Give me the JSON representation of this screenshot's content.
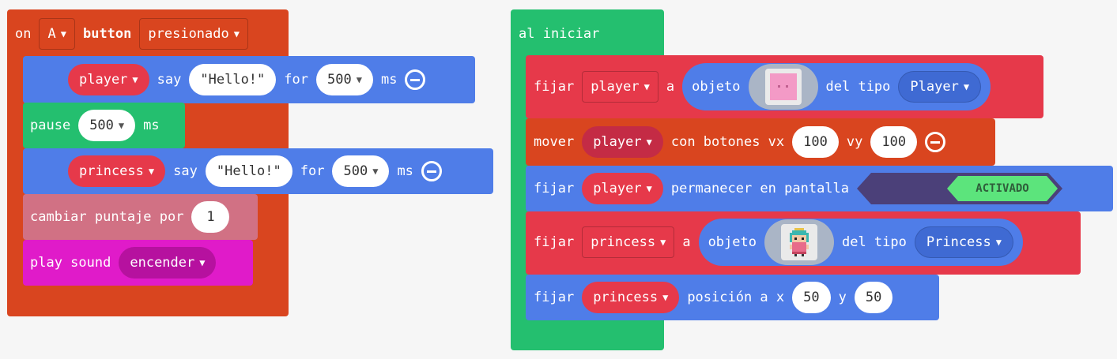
{
  "colors": {
    "event_orange": "#d9451f",
    "sprite_blue": "#4f7de8",
    "loop_green": "#24bf6f",
    "variable_red": "#e6394a",
    "info_pink": "#d17184",
    "music_magenta": "#e01bc9",
    "toggle_purple": "#4b4079",
    "toggle_green": "#5ce47c"
  },
  "on_button_event": {
    "on_label": "on",
    "button_value": "A",
    "button_label": "button",
    "event_value": "presionado",
    "say1": {
      "sprite": "player",
      "say": "say",
      "text": "Hello!",
      "for": "for",
      "ms_value": "500",
      "ms": "ms"
    },
    "pause": {
      "label": "pause",
      "value": "500",
      "ms": "ms"
    },
    "say2": {
      "sprite": "princess",
      "say": "say",
      "text": "Hello!",
      "for": "for",
      "ms_value": "500",
      "ms": "ms"
    },
    "score": {
      "label": "cambiar puntaje por",
      "value": "1"
    },
    "sound": {
      "label": "play sound",
      "value": "encender"
    }
  },
  "on_start": {
    "label": "al iniciar",
    "set_player": {
      "fijar": "fijar",
      "var": "player",
      "a": "a",
      "objeto": "objeto",
      "del_tipo": "del tipo",
      "kind": "Player",
      "image_icon": "pink-square-sprite-icon"
    },
    "move": {
      "label": "mover",
      "var": "player",
      "con_botones": "con botones vx",
      "vx": "100",
      "vy_label": "vy",
      "vy": "100"
    },
    "stay": {
      "fijar": "fijar",
      "var": "player",
      "label": "permanecer en pantalla",
      "toggle": "ACTIVADO"
    },
    "set_princess": {
      "fijar": "fijar",
      "var": "princess",
      "a": "a",
      "objeto": "objeto",
      "del_tipo": "del tipo",
      "kind": "Princess",
      "image_icon": "princess-sprite-icon"
    },
    "position": {
      "fijar": "fijar",
      "var": "princess",
      "label": "posición a x",
      "x": "50",
      "y_label": "y",
      "y": "50"
    }
  }
}
